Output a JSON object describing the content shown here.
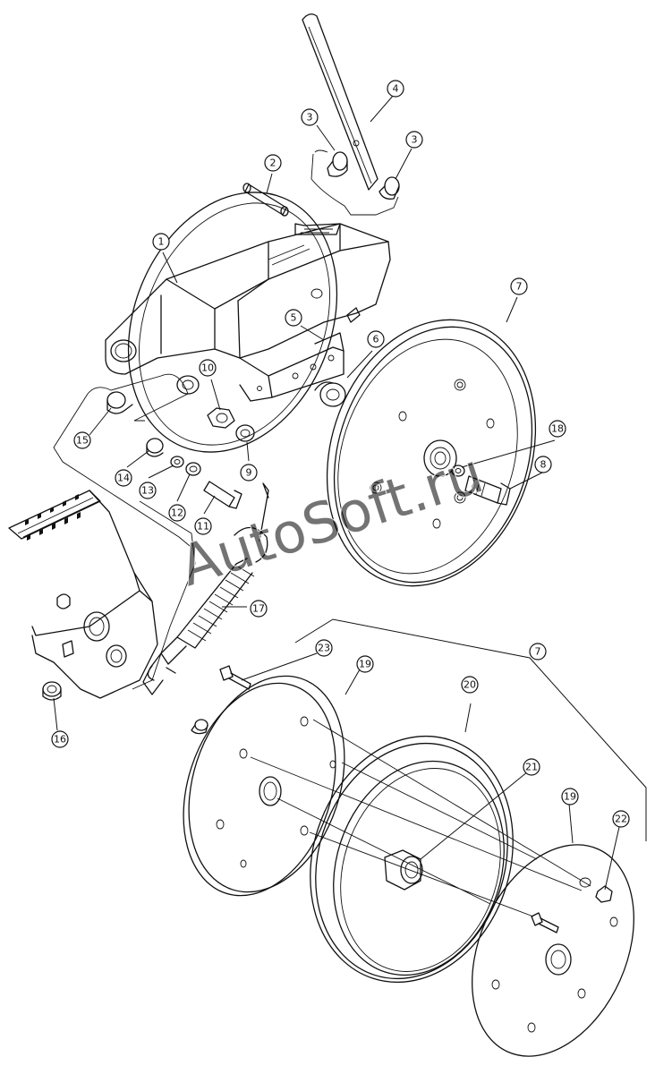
{
  "watermark": "AutoSoft.ru",
  "callouts": [
    {
      "id": "c1",
      "label": "1"
    },
    {
      "id": "c2",
      "label": "2"
    },
    {
      "id": "c3a",
      "label": "3"
    },
    {
      "id": "c3b",
      "label": "3"
    },
    {
      "id": "c4",
      "label": "4"
    },
    {
      "id": "c5",
      "label": "5"
    },
    {
      "id": "c6",
      "label": "6"
    },
    {
      "id": "c7a",
      "label": "7"
    },
    {
      "id": "c7b",
      "label": "7"
    },
    {
      "id": "c8",
      "label": "8"
    },
    {
      "id": "c9",
      "label": "9"
    },
    {
      "id": "c10",
      "label": "10"
    },
    {
      "id": "c11",
      "label": "11"
    },
    {
      "id": "c12",
      "label": "12"
    },
    {
      "id": "c13",
      "label": "13"
    },
    {
      "id": "c14",
      "label": "14"
    },
    {
      "id": "c15",
      "label": "15"
    },
    {
      "id": "c16",
      "label": "16"
    },
    {
      "id": "c17",
      "label": "17"
    },
    {
      "id": "c18",
      "label": "18"
    },
    {
      "id": "c19a",
      "label": "19"
    },
    {
      "id": "c19b",
      "label": "19"
    },
    {
      "id": "c20",
      "label": "20"
    },
    {
      "id": "c21",
      "label": "21"
    },
    {
      "id": "c22",
      "label": "22"
    },
    {
      "id": "c23",
      "label": "23"
    }
  ]
}
